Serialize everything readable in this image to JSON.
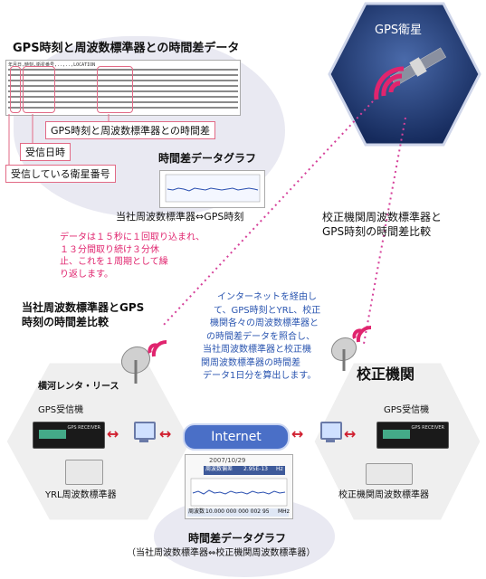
{
  "top": {
    "title": "GPS時刻と周波数標準器との時間差データ",
    "table_header": "年月日,時刻,衛星番号,..,..,LOCATION",
    "tag_diff": "GPS時刻と周波数標準器との時間差",
    "tag_date": "受信日時",
    "tag_sat": "受信している衛星番号"
  },
  "graph1": {
    "title": "時間差データグラフ",
    "caption": "当社周波数標準器⇔GPS時刻"
  },
  "note": {
    "line1": "データは１５秒に１回取り込まれ、",
    "line2": "１３分間取り続け３分休",
    "line3": "止、これを１周期として繰",
    "line4": "り返します。"
  },
  "satellite": {
    "label": "GPS衛星"
  },
  "right_compare": {
    "line1": "校正機関周波数標準器と",
    "line2": "GPS時刻の時間差比較"
  },
  "left_compare": {
    "line1": "当社周波数標準器とGPS",
    "line2": "時刻の時間差比較"
  },
  "internet_note": {
    "line1": "インターネットを経由し",
    "line2": "て、GPS時刻とYRL、校正",
    "line3": "機関各々の周波数標準器と",
    "line4": "の時間差データを照合し、",
    "line5": "当社周波数標準器と校正機",
    "line6": "関周波数標準器の時間差",
    "line7": "データ1日分を算出します。"
  },
  "left_hex": {
    "company": "横河レンタ・リース",
    "receiver_label": "GPS受信機",
    "device_label": "GPS RECEIVER",
    "standard_label": "YRL周波数標準器"
  },
  "right_hex": {
    "org": "校正機関",
    "receiver_label": "GPS受信機",
    "device_label": "GPS RECEIVER",
    "standard_label": "校正機関周波数標準器"
  },
  "internet": {
    "label": "Internet"
  },
  "graph2": {
    "date": "2007/10/29",
    "field_label": "周波数偏差",
    "field_value": "2.95E-13",
    "field_unit": "Hz",
    "readout_label": "周波数",
    "readout_value": "10.000 000 000 002 95",
    "readout_unit": "MHz",
    "title": "時間差データグラフ",
    "caption": "（当社周波数標準器⇔校正機関周波数標準器）"
  },
  "colors": {
    "accent_pink": "#e0246e",
    "dotted_link": "#d6419a",
    "hex_fill": "#f0f0f0",
    "sat_hex": "#1f3a7a",
    "internet_fill": "#4a6fc7"
  }
}
